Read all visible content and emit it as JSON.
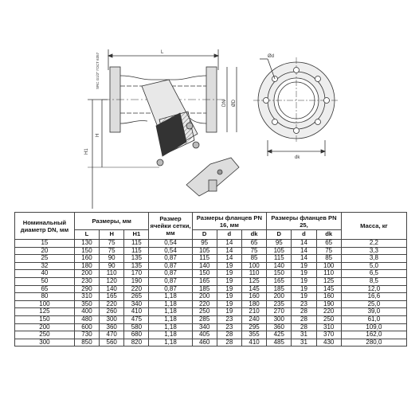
{
  "drawing": {
    "labels": {
      "L": "L",
      "H": "H",
      "H1": "H1",
      "DN": "DN",
      "OD": "ØD",
      "Od": "Ød",
      "dk": "dk",
      "thread": "SRC G1/2\" ГОСТ 6357"
    }
  },
  "table": {
    "headers": {
      "dn": "Номинальный диаметр DN, мм",
      "sizes": "Размеры, мм",
      "mesh": "Размер ячейки сетки, мм",
      "pn16": "Размеры фланцев PN 16, мм",
      "pn25": "Размеры фланцев PN 25,",
      "mass": "Масса, кг",
      "sub": [
        "L",
        "H",
        "H1",
        "D",
        "d",
        "dk",
        "D",
        "d",
        "dk"
      ]
    },
    "rows": [
      [
        "15",
        "130",
        "75",
        "115",
        "0,54",
        "95",
        "14",
        "65",
        "95",
        "14",
        "65",
        "2,2"
      ],
      [
        "20",
        "150",
        "75",
        "115",
        "0,54",
        "105",
        "14",
        "75",
        "105",
        "14",
        "75",
        "3,3"
      ],
      [
        "25",
        "160",
        "90",
        "135",
        "0,87",
        "115",
        "14",
        "85",
        "115",
        "14",
        "85",
        "3,8"
      ],
      [
        "32",
        "180",
        "90",
        "135",
        "0,87",
        "140",
        "19",
        "100",
        "140",
        "19",
        "100",
        "5,0"
      ],
      [
        "40",
        "200",
        "110",
        "170",
        "0,87",
        "150",
        "19",
        "110",
        "150",
        "19",
        "110",
        "6,5"
      ],
      [
        "50",
        "230",
        "120",
        "190",
        "0,87",
        "165",
        "19",
        "125",
        "165",
        "19",
        "125",
        "8,5"
      ],
      [
        "65",
        "290",
        "140",
        "220",
        "0,87",
        "185",
        "19",
        "145",
        "185",
        "19",
        "145",
        "12,0"
      ],
      [
        "80",
        "310",
        "165",
        "265",
        "1,18",
        "200",
        "19",
        "160",
        "200",
        "19",
        "160",
        "16,6"
      ],
      [
        "100",
        "350",
        "220",
        "340",
        "1,18",
        "220",
        "19",
        "180",
        "235",
        "23",
        "190",
        "25,0"
      ],
      [
        "125",
        "400",
        "260",
        "410",
        "1,18",
        "250",
        "19",
        "210",
        "270",
        "28",
        "220",
        "39,0"
      ],
      [
        "150",
        "480",
        "300",
        "475",
        "1,18",
        "285",
        "23",
        "240",
        "300",
        "28",
        "250",
        "61,0"
      ],
      [
        "200",
        "600",
        "360",
        "580",
        "1,18",
        "340",
        "23",
        "295",
        "360",
        "28",
        "310",
        "109,0"
      ],
      [
        "250",
        "730",
        "470",
        "680",
        "1,18",
        "405",
        "28",
        "355",
        "425",
        "31",
        "370",
        "162,0"
      ],
      [
        "300",
        "850",
        "560",
        "820",
        "1,18",
        "460",
        "28",
        "410",
        "485",
        "31",
        "430",
        "280,0"
      ]
    ]
  }
}
